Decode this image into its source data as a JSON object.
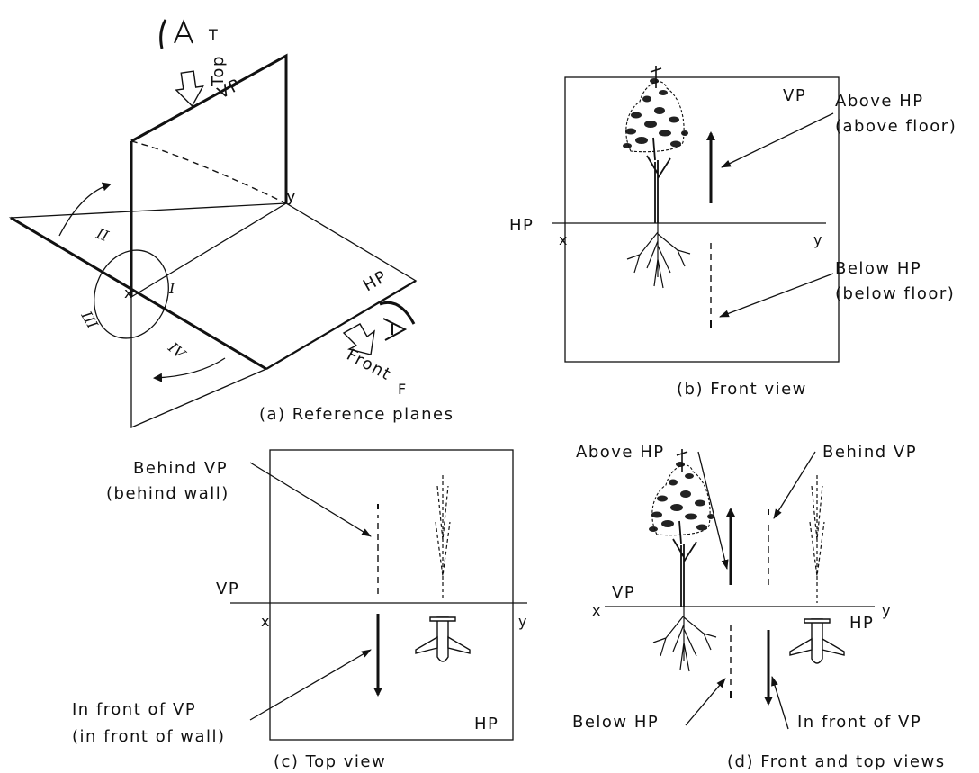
{
  "panel_a": {
    "caption": "(a) Reference planes",
    "vp_label": "VP",
    "hp_label": "HP",
    "top_label": "Top",
    "top_letter": "T",
    "front_label": "Front",
    "front_letter": "F",
    "x_label": "x",
    "y_label": "y",
    "quadrants": [
      "I",
      "II",
      "III",
      "IV"
    ]
  },
  "panel_b": {
    "caption": "(b) Front view",
    "vp_label": "VP",
    "hp_label": "HP",
    "x_label": "x",
    "y_label": "y",
    "above_line1": "Above HP",
    "above_line2": "(above floor)",
    "below_line1": "Below HP",
    "below_line2": "(below floor)"
  },
  "panel_c": {
    "caption": "(c) Top view",
    "vp_label": "VP",
    "hp_label": "HP",
    "x_label": "x",
    "y_label": "y",
    "behind_line1": "Behind VP",
    "behind_line2": "(behind wall)",
    "front_line1": "In front of VP",
    "front_line2": "(in front of wall)"
  },
  "panel_d": {
    "caption": "(d) Front and top views",
    "vp_label": "VP",
    "hp_label": "HP",
    "x_label": "x",
    "y_label": "y",
    "above_hp": "Above HP",
    "behind_vp": "Behind VP",
    "below_hp": "Below HP",
    "in_front_vp": "In front of VP"
  }
}
